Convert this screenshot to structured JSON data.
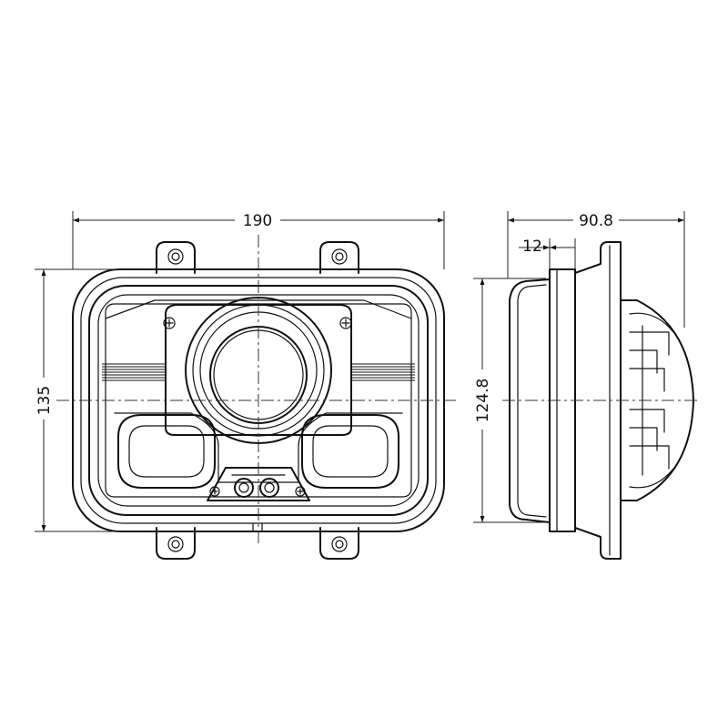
{
  "dimensions": {
    "front_width": "190",
    "front_height": "135",
    "side_depth": "90.8",
    "side_rim": "12",
    "side_height": "124.8"
  }
}
